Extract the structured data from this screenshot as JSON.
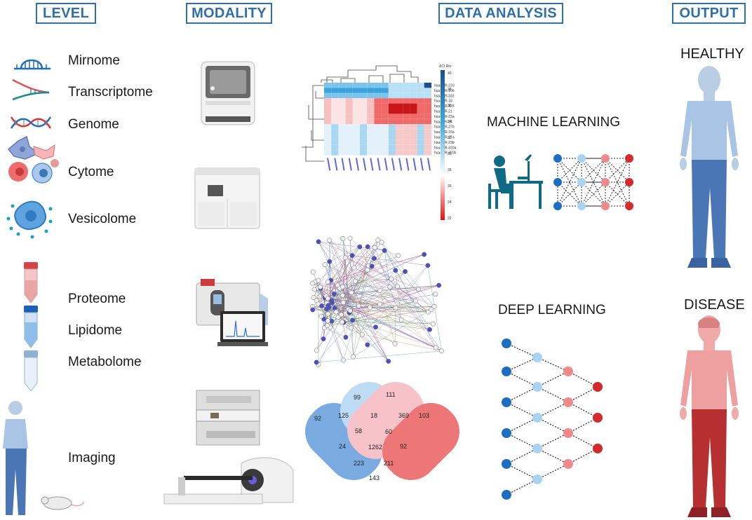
{
  "headers": {
    "level": "LEVEL",
    "modality": "MODALITY",
    "data_analysis": "DATA ANALYSIS",
    "output": "OUTPUT"
  },
  "levels": [
    "Mirnome",
    "Transcriptome",
    "Genome",
    "Cytome",
    "Vesicolome",
    "Proteome",
    "Lipidome",
    "Metabolome",
    "Imaging"
  ],
  "analysis": {
    "machine_learning": "MACHINE LEARNING",
    "deep_learning": "DEEP LEARNING"
  },
  "outputs": {
    "healthy": "HEALTHY",
    "disease": "DISEASE"
  },
  "heatmap": {
    "scale_title": "ΔCt Rto",
    "scale_ticks": [
      "40",
      "38",
      "36",
      "34",
      "32",
      "30",
      "28",
      "26",
      "24",
      "22"
    ],
    "row_labels": [
      "hsa-miR-210",
      "hsa-miR-10b",
      "hsa-miR-182",
      "hsa-miR-18",
      "hsa-miR-125",
      "hsa-miR-21",
      "hsa-miR-23a",
      "hsa-miR-24",
      "hsa-miR-27b",
      "hsa-miR-16a",
      "hsa-miR-27a",
      "hsa-miR-23b",
      "hsa-miR-320a",
      "hsa-miR-320b"
    ]
  },
  "venn": {
    "values": [
      "92",
      "99",
      "111",
      "103",
      "125",
      "18",
      "369",
      "58",
      "60",
      "24",
      "1262",
      "92",
      "223",
      "211",
      "143"
    ]
  },
  "colors": {
    "header_border": "#2e6fae",
    "healthy_body": "#a9c4e4",
    "disease_body": "#e8a3a3",
    "node_dark_blue": "#1c6fc0",
    "node_light_blue": "#a9d3f2",
    "node_light_red": "#f08a8a",
    "node_dark_red": "#d42a2a"
  }
}
